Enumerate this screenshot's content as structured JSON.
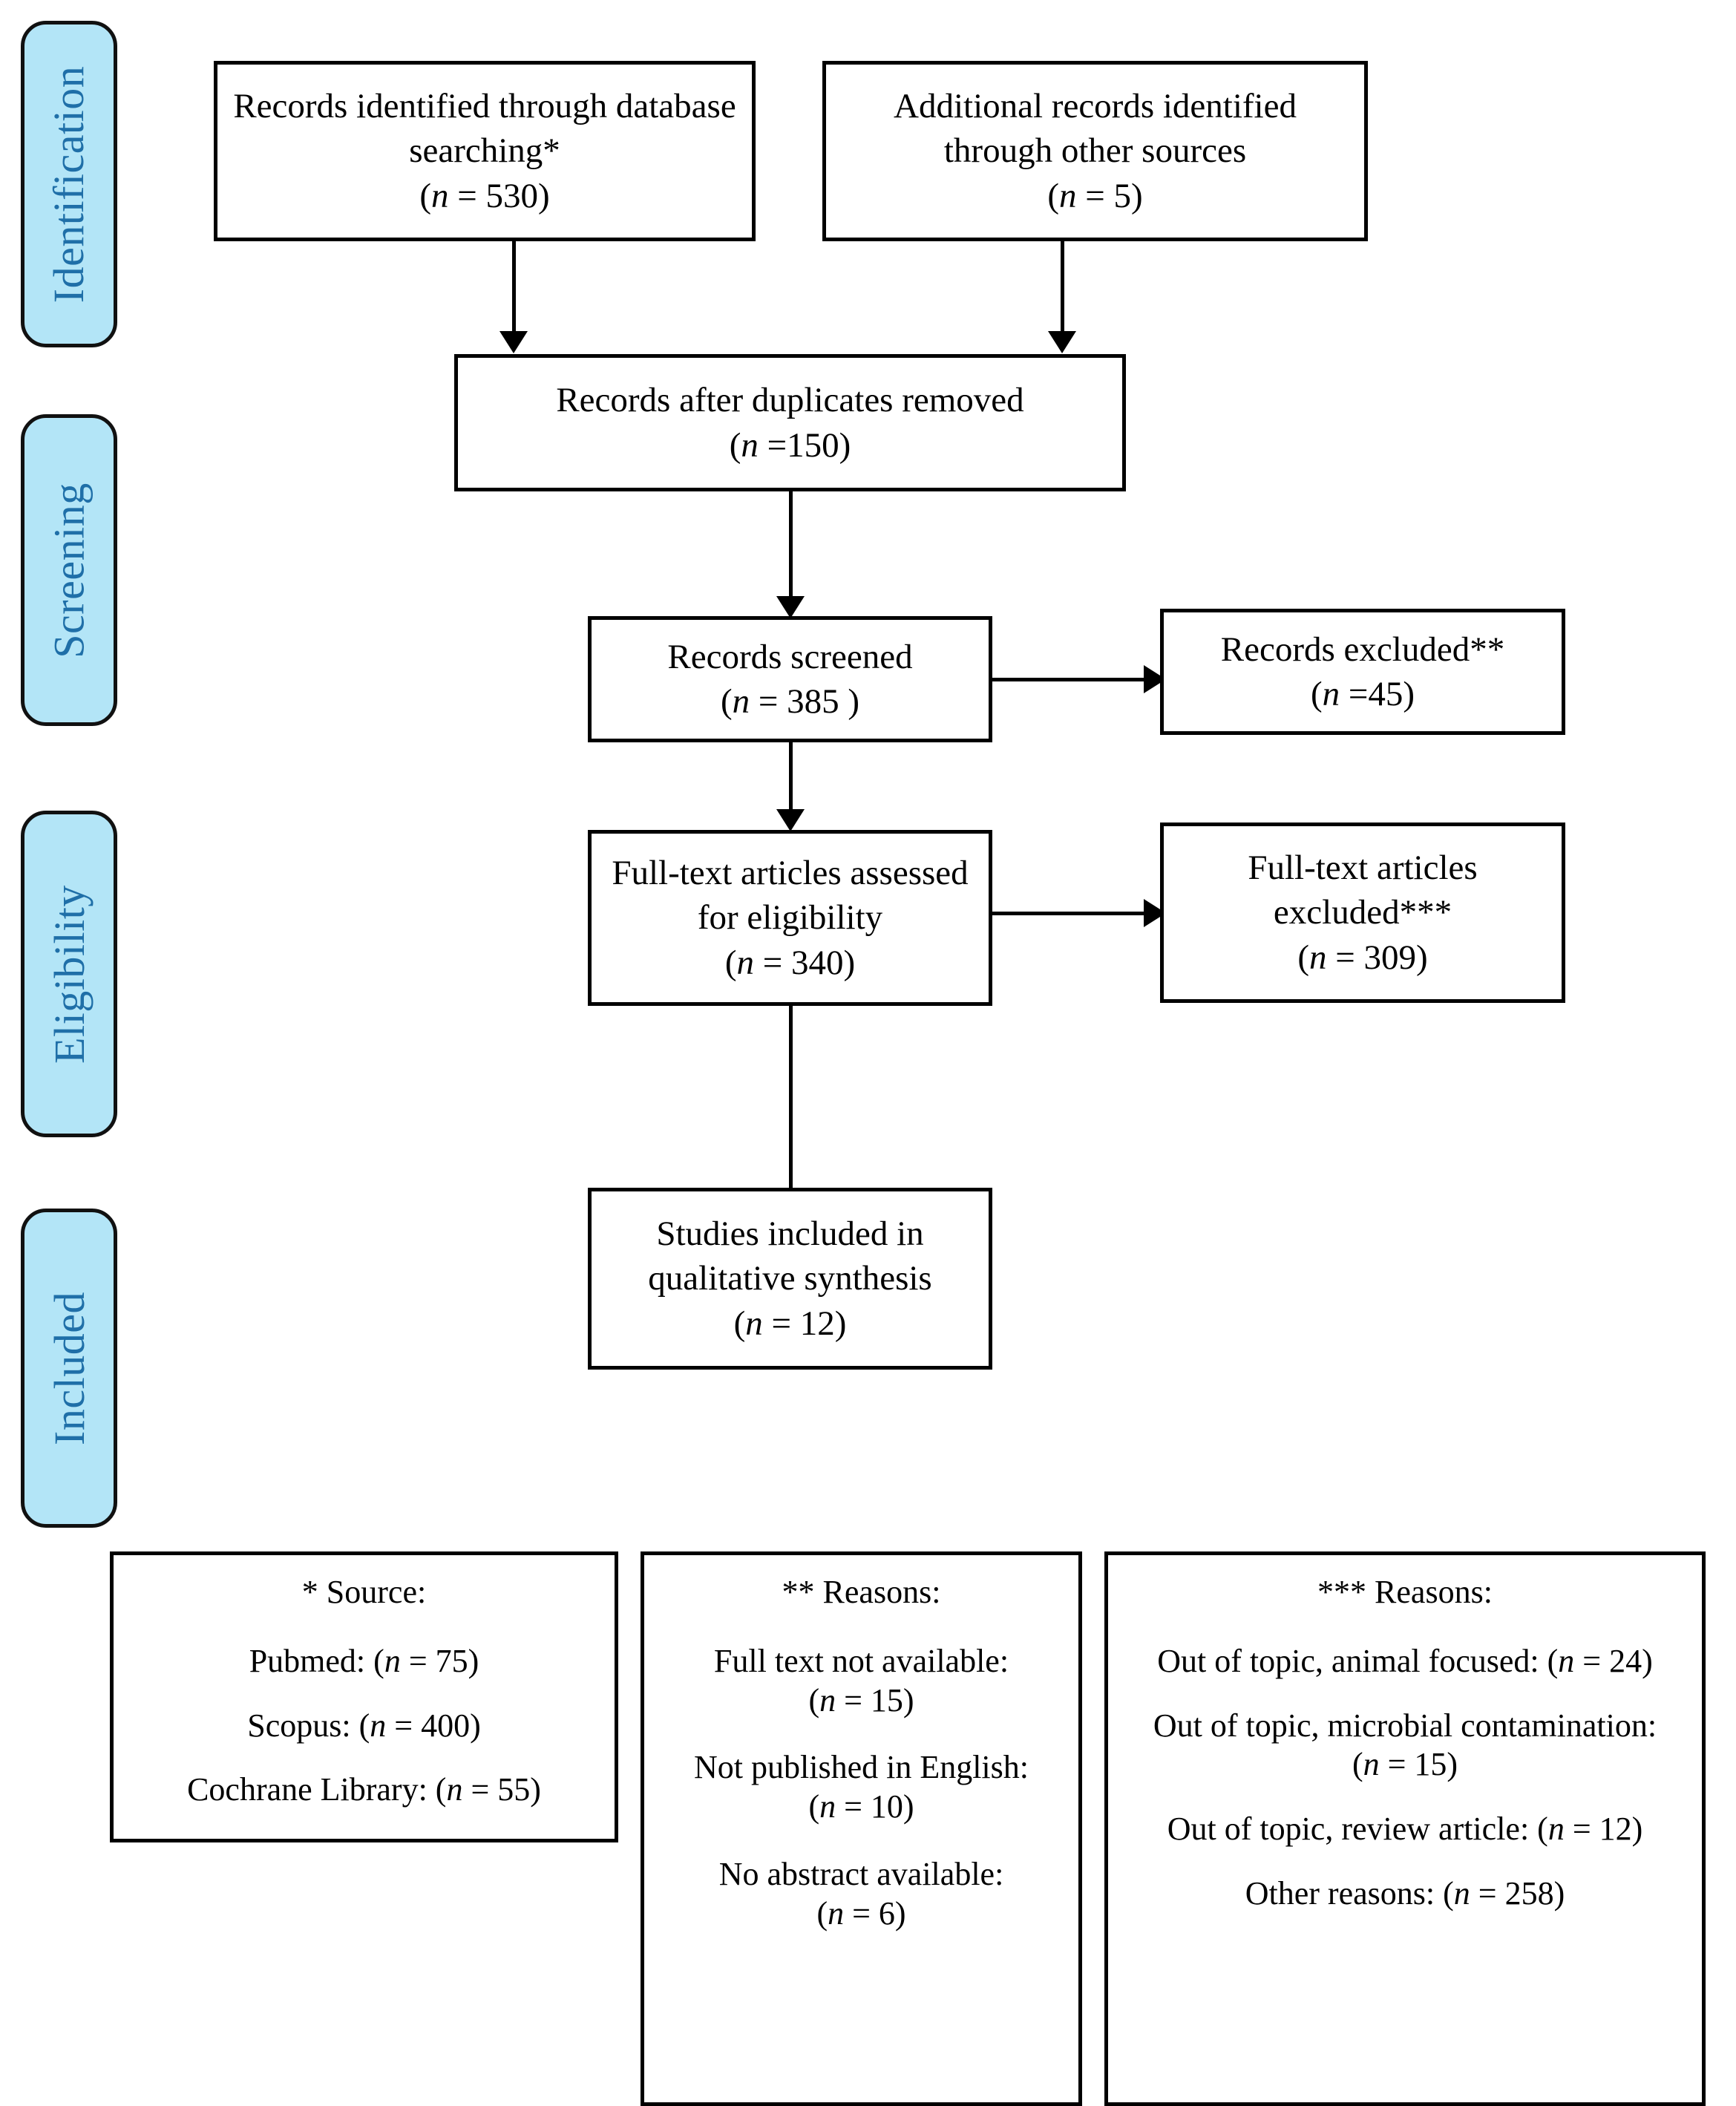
{
  "diagram": {
    "title": "PRISMA flow diagram",
    "accent_color": "#b3e5f7",
    "label_color": "#1f6fa8",
    "line_color": "#000000"
  },
  "stages": [
    {
      "id": "identification",
      "label": "Identification"
    },
    {
      "id": "screening",
      "label": "Screening"
    },
    {
      "id": "eligibility",
      "label": "Eligibility"
    },
    {
      "id": "included",
      "label": "Included"
    }
  ],
  "boxes": {
    "database_search": {
      "line1": "Records identified through database",
      "line2": "searching*",
      "count_open": "(",
      "count_n": "n",
      "count_rest": " = 530)"
    },
    "other_sources": {
      "line1": "Additional records identified",
      "line2": "through other sources",
      "count_open": "(",
      "count_n": "n",
      "count_rest": " = 5)"
    },
    "duplicates_removed": {
      "line1": "Records after duplicates removed",
      "count_open": "(",
      "count_n": "n",
      "count_rest": " =150)"
    },
    "records_screened": {
      "line1": "Records screened",
      "count_open": "(",
      "count_n": "n",
      "count_rest": " = 385 )"
    },
    "records_excluded": {
      "line1": "Records excluded**",
      "count_open": "(",
      "count_n": "n",
      "count_rest": " =45)"
    },
    "fulltext_assessed": {
      "line1": "Full-text articles assessed",
      "line2": "for eligibility",
      "count_open": "(",
      "count_n": "n",
      "count_rest": " = 340)"
    },
    "fulltext_excluded": {
      "line1": "Full-text articles",
      "line2": "excluded***",
      "count_open": "(",
      "count_n": "n",
      "count_rest": " = 309)"
    },
    "studies_included": {
      "line1": "Studies included in",
      "line2": "qualitative synthesis",
      "count_open": "(",
      "count_n": "n",
      "count_rest": " = 12)"
    }
  },
  "notes": {
    "source": {
      "heading": "* Source:",
      "rows": [
        {
          "label": "Pubmed: (",
          "n": "n",
          "rest": " = 75)"
        },
        {
          "label": "Scopus: (",
          "n": "n",
          "rest": " = 400)"
        },
        {
          "label": "Cochrane Library: (",
          "n": "n",
          "rest": " = 55)"
        }
      ]
    },
    "reasons_screening": {
      "heading": "** Reasons:",
      "rows": [
        {
          "label": "Full text not available:",
          "count_open": "(",
          "n": "n",
          "rest": " = 15)"
        },
        {
          "label": "Not published in English:",
          "count_open": "(",
          "n": "n",
          "rest": " = 10)"
        },
        {
          "label": "No abstract available:",
          "count_open": "(",
          "n": "n",
          "rest": " = 6)"
        }
      ]
    },
    "reasons_fulltext": {
      "heading": "*** Reasons:",
      "rows": [
        {
          "label": "Out of topic, animal focused: (",
          "n": "n",
          "rest": " = 24)"
        },
        {
          "label": "Out of topic, microbial contamination:",
          "count_open": "(",
          "n": "n",
          "rest": " = 15)"
        },
        {
          "label": "Out of topic, review article: (",
          "n": "n",
          "rest": " = 12)"
        },
        {
          "label": "Other reasons: (",
          "n": "n",
          "rest": " = 258)"
        }
      ]
    }
  }
}
